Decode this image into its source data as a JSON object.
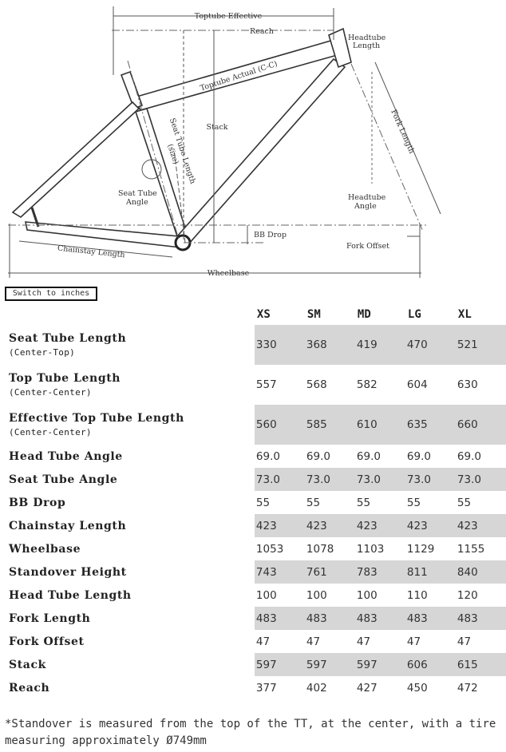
{
  "diagram": {
    "labels": {
      "toptube_effective": "Toptube Effective",
      "reach": "Reach",
      "headtube_length": "Headtube\nLength",
      "toptube_actual": "Toptube Actual (C-C)",
      "stack": "Stack",
      "seat_tube_length": "Seat Tube Length",
      "seat_tube_length_sub": "(size)",
      "fork_length": "Fork Length",
      "seat_tube_angle": "Seat Tube\nAngle",
      "headtube_angle": "Headtube\nAngle",
      "bb_drop": "BB Drop",
      "fork_offset": "Fork Offset",
      "chainstay_length": "Chainstay Length",
      "wheelbase": "Wheelbase"
    }
  },
  "toggle_label": "Switch to inches",
  "sizes": [
    "XS",
    "SM",
    "MD",
    "LG",
    "XL"
  ],
  "rows": [
    {
      "label": "Seat Tube Length",
      "sub": "(Center-Top)",
      "values": [
        "330",
        "368",
        "419",
        "470",
        "521"
      ]
    },
    {
      "label": "Top Tube Length",
      "sub": "(Center-Center)",
      "values": [
        "557",
        "568",
        "582",
        "604",
        "630"
      ]
    },
    {
      "label": "Effective Top Tube Length",
      "sub": "(Center-Center)",
      "values": [
        "560",
        "585",
        "610",
        "635",
        "660"
      ]
    },
    {
      "label": "Head Tube Angle",
      "sub": "",
      "values": [
        "69.0",
        "69.0",
        "69.0",
        "69.0",
        "69.0"
      ]
    },
    {
      "label": "Seat Tube Angle",
      "sub": "",
      "values": [
        "73.0",
        "73.0",
        "73.0",
        "73.0",
        "73.0"
      ]
    },
    {
      "label": "BB Drop",
      "sub": "",
      "values": [
        "55",
        "55",
        "55",
        "55",
        "55"
      ]
    },
    {
      "label": "Chainstay Length",
      "sub": "",
      "values": [
        "423",
        "423",
        "423",
        "423",
        "423"
      ]
    },
    {
      "label": "Wheelbase",
      "sub": "",
      "values": [
        "1053",
        "1078",
        "1103",
        "1129",
        "1155"
      ]
    },
    {
      "label": "Standover Height",
      "sub": "",
      "values": [
        "743",
        "761",
        "783",
        "811",
        "840"
      ]
    },
    {
      "label": "Head Tube Length",
      "sub": "",
      "values": [
        "100",
        "100",
        "100",
        "110",
        "120"
      ]
    },
    {
      "label": "Fork Length",
      "sub": "",
      "values": [
        "483",
        "483",
        "483",
        "483",
        "483"
      ]
    },
    {
      "label": "Fork Offset",
      "sub": "",
      "values": [
        "47",
        "47",
        "47",
        "47",
        "47"
      ]
    },
    {
      "label": "Stack",
      "sub": "",
      "values": [
        "597",
        "597",
        "597",
        "606",
        "615"
      ]
    },
    {
      "label": "Reach",
      "sub": "",
      "values": [
        "377",
        "402",
        "427",
        "450",
        "472"
      ]
    }
  ],
  "footnote": "*Standover is measured from the top of the TT, at the center, with a tire measuring approximately Ø749mm"
}
